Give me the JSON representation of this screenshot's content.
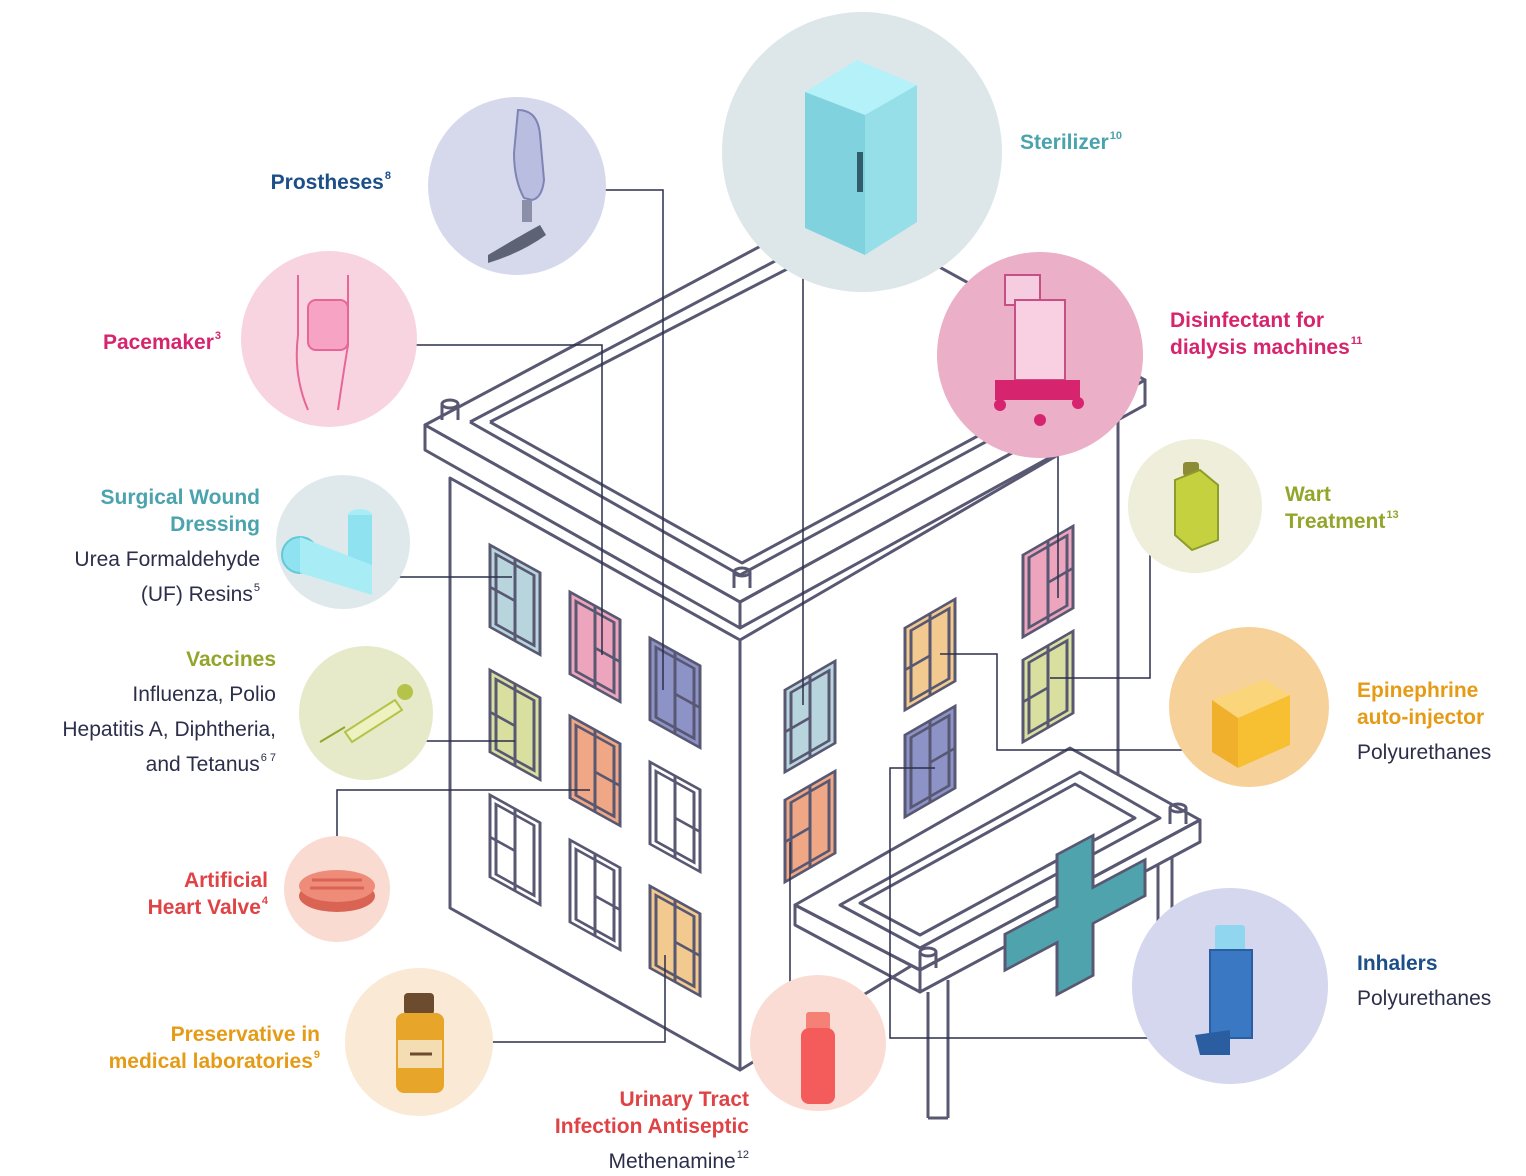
{
  "colors": {
    "outline": "#585873",
    "navy": "#1c4f8a",
    "pink": "#d6246e",
    "teal": "#4aa3ad",
    "olive": "#93a52a",
    "red": "#e04345",
    "orange": "#e69b16",
    "text": "#2b2f4a"
  },
  "labels": {
    "prostheses": {
      "title": "Prostheses",
      "ref": "8"
    },
    "sterilizer": {
      "title": "Sterilizer",
      "ref": "10"
    },
    "pacemaker": {
      "title": "Pacemaker",
      "ref": "3"
    },
    "dialysis": {
      "title1": "Disinfectant for",
      "title2": "dialysis machines",
      "ref": "11"
    },
    "wound": {
      "title1": "Surgical Wound",
      "title2": "Dressing",
      "sub1": "Urea Formaldehyde",
      "sub2": "(UF) Resins",
      "ref": "5"
    },
    "wart": {
      "title1": "Wart",
      "title2": "Treatment",
      "ref": "13"
    },
    "vaccines": {
      "title": "Vaccines",
      "sub1": "Influenza, Polio",
      "sub2": "Hepatitis A, Diphtheria,",
      "sub3": "and Tetanus",
      "ref": "6 7"
    },
    "epinephrine": {
      "title1": "Epinephrine",
      "title2": "auto-injector",
      "sub": "Polyurethanes"
    },
    "heart": {
      "title1": "Artificial",
      "title2": "Heart Valve",
      "ref": "4"
    },
    "inhalers": {
      "title": "Inhalers",
      "sub": "Polyurethanes"
    },
    "preservative": {
      "title1": "Preservative in",
      "title2": "medical laboratories",
      "ref": "9"
    },
    "urinary": {
      "title1": "Urinary Tract",
      "title2": "Infection Antiseptic",
      "sub": "Methenamine",
      "ref": "12"
    }
  }
}
